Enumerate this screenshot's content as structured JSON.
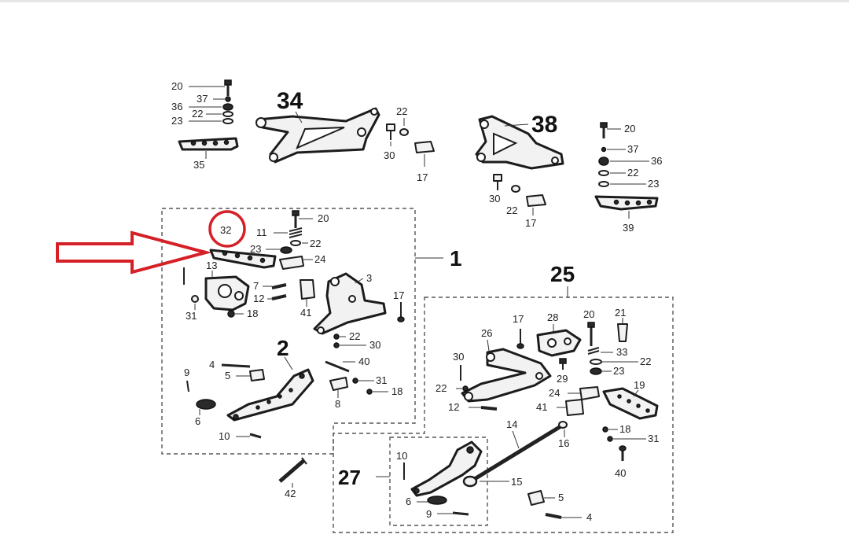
{
  "diagram": {
    "highlight_color": "#d62027",
    "line_color": "#222222",
    "part_labels": [
      {
        "id": "lbl-20-a",
        "text": "20"
      },
      {
        "id": "lbl-37-a",
        "text": "37"
      },
      {
        "id": "lbl-36-a",
        "text": "36"
      },
      {
        "id": "lbl-22-a",
        "text": "22"
      },
      {
        "id": "lbl-23-a",
        "text": "23"
      },
      {
        "id": "lbl-35",
        "text": "35"
      },
      {
        "id": "lbl-34",
        "text": "34"
      },
      {
        "id": "lbl-22-b",
        "text": "22"
      },
      {
        "id": "lbl-30-a",
        "text": "30"
      },
      {
        "id": "lbl-17-a",
        "text": "17"
      },
      {
        "id": "lbl-38",
        "text": "38"
      },
      {
        "id": "lbl-30-b",
        "text": "30"
      },
      {
        "id": "lbl-22-c",
        "text": "22"
      },
      {
        "id": "lbl-17-b",
        "text": "17"
      },
      {
        "id": "lbl-20-b",
        "text": "20"
      },
      {
        "id": "lbl-37-b",
        "text": "37"
      },
      {
        "id": "lbl-36-b",
        "text": "36"
      },
      {
        "id": "lbl-22-d",
        "text": "22"
      },
      {
        "id": "lbl-23-b",
        "text": "23"
      },
      {
        "id": "lbl-39",
        "text": "39"
      },
      {
        "id": "lbl-32",
        "text": "32"
      },
      {
        "id": "lbl-20-c",
        "text": "20"
      },
      {
        "id": "lbl-11",
        "text": "11"
      },
      {
        "id": "lbl-22-e",
        "text": "22"
      },
      {
        "id": "lbl-23-c",
        "text": "23"
      },
      {
        "id": "lbl-24-a",
        "text": "24"
      },
      {
        "id": "lbl-1",
        "text": "1"
      },
      {
        "id": "lbl-13",
        "text": "13"
      },
      {
        "id": "lbl-7",
        "text": "7"
      },
      {
        "id": "lbl-12-a",
        "text": "12"
      },
      {
        "id": "lbl-3",
        "text": "3"
      },
      {
        "id": "lbl-41-a",
        "text": "41"
      },
      {
        "id": "lbl-17-c",
        "text": "17"
      },
      {
        "id": "lbl-31-a",
        "text": "31"
      },
      {
        "id": "lbl-18-a",
        "text": "18"
      },
      {
        "id": "lbl-2",
        "text": "2"
      },
      {
        "id": "lbl-22-f",
        "text": "22"
      },
      {
        "id": "lbl-30-c",
        "text": "30"
      },
      {
        "id": "lbl-40-a",
        "text": "40"
      },
      {
        "id": "lbl-9-a",
        "text": "9"
      },
      {
        "id": "lbl-4-a",
        "text": "4"
      },
      {
        "id": "lbl-5-a",
        "text": "5"
      },
      {
        "id": "lbl-31-b",
        "text": "31"
      },
      {
        "id": "lbl-18-b",
        "text": "18"
      },
      {
        "id": "lbl-8",
        "text": "8"
      },
      {
        "id": "lbl-6-a",
        "text": "6"
      },
      {
        "id": "lbl-10-a",
        "text": "10"
      },
      {
        "id": "lbl-42",
        "text": "42"
      },
      {
        "id": "lbl-25",
        "text": "25"
      },
      {
        "id": "lbl-26",
        "text": "26"
      },
      {
        "id": "lbl-17-d",
        "text": "17"
      },
      {
        "id": "lbl-28",
        "text": "28"
      },
      {
        "id": "lbl-20-d",
        "text": "20"
      },
      {
        "id": "lbl-21",
        "text": "21"
      },
      {
        "id": "lbl-33",
        "text": "33"
      },
      {
        "id": "lbl-30-d",
        "text": "30"
      },
      {
        "id": "lbl-22-g",
        "text": "22"
      },
      {
        "id": "lbl-29",
        "text": "29"
      },
      {
        "id": "lbl-23-d",
        "text": "23"
      },
      {
        "id": "lbl-19",
        "text": "19"
      },
      {
        "id": "lbl-22-h",
        "text": "22"
      },
      {
        "id": "lbl-24-b",
        "text": "24"
      },
      {
        "id": "lbl-12-b",
        "text": "12"
      },
      {
        "id": "lbl-41-b",
        "text": "41"
      },
      {
        "id": "lbl-14",
        "text": "14"
      },
      {
        "id": "lbl-18-c",
        "text": "18"
      },
      {
        "id": "lbl-16",
        "text": "16"
      },
      {
        "id": "lbl-31-c",
        "text": "31"
      },
      {
        "id": "lbl-40-b",
        "text": "40"
      },
      {
        "id": "lbl-10-b",
        "text": "10"
      },
      {
        "id": "lbl-27",
        "text": "27"
      },
      {
        "id": "lbl-15",
        "text": "15"
      },
      {
        "id": "lbl-6-b",
        "text": "6"
      },
      {
        "id": "lbl-5-b",
        "text": "5"
      },
      {
        "id": "lbl-9-b",
        "text": "9"
      },
      {
        "id": "lbl-4-b",
        "text": "4"
      }
    ]
  }
}
